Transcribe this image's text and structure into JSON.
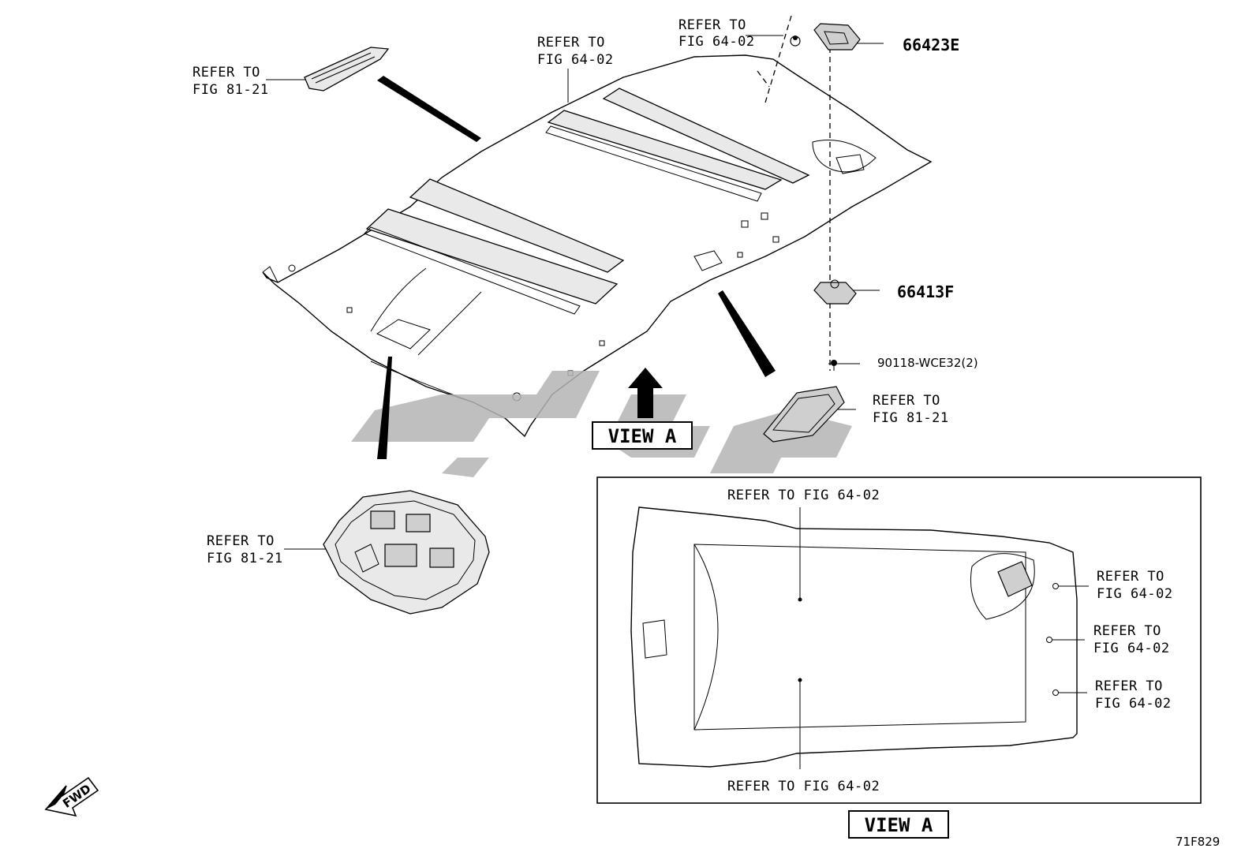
{
  "labels": {
    "refer_81_21_top": [
      "REFER TO",
      "FIG 81-21"
    ],
    "refer_64_02_top_left": [
      "REFER TO",
      "FIG 64-02"
    ],
    "refer_64_02_top_right": [
      "REFER TO",
      "FIG 64-02"
    ],
    "refer_81_21_right": [
      "REFER TO",
      "FIG 81-21"
    ],
    "refer_81_21_lower_left": [
      "REFER TO",
      "FIG 81-21"
    ],
    "view_a_refer_top": "REFER TO FIG 64-02",
    "view_a_refer_bottom": "REFER TO FIG 64-02",
    "view_a_refer_right_1": [
      "REFER TO",
      "FIG 64-02"
    ],
    "view_a_refer_right_2": [
      "REFER TO",
      "FIG 64-02"
    ],
    "view_a_refer_right_3": [
      "REFER TO",
      "FIG 64-02"
    ]
  },
  "part_numbers": {
    "upper_lamp": "66423E",
    "lower_lamp": "66413F",
    "screw": "90118-WCE32(2)"
  },
  "view_labels": {
    "main": "VIEW A",
    "detail": "VIEW A"
  },
  "fwd_label": "FWD",
  "figure_code": "71F829",
  "icons": [
    "fwd-arrow-icon",
    "view-direction-arrow-icon"
  ]
}
